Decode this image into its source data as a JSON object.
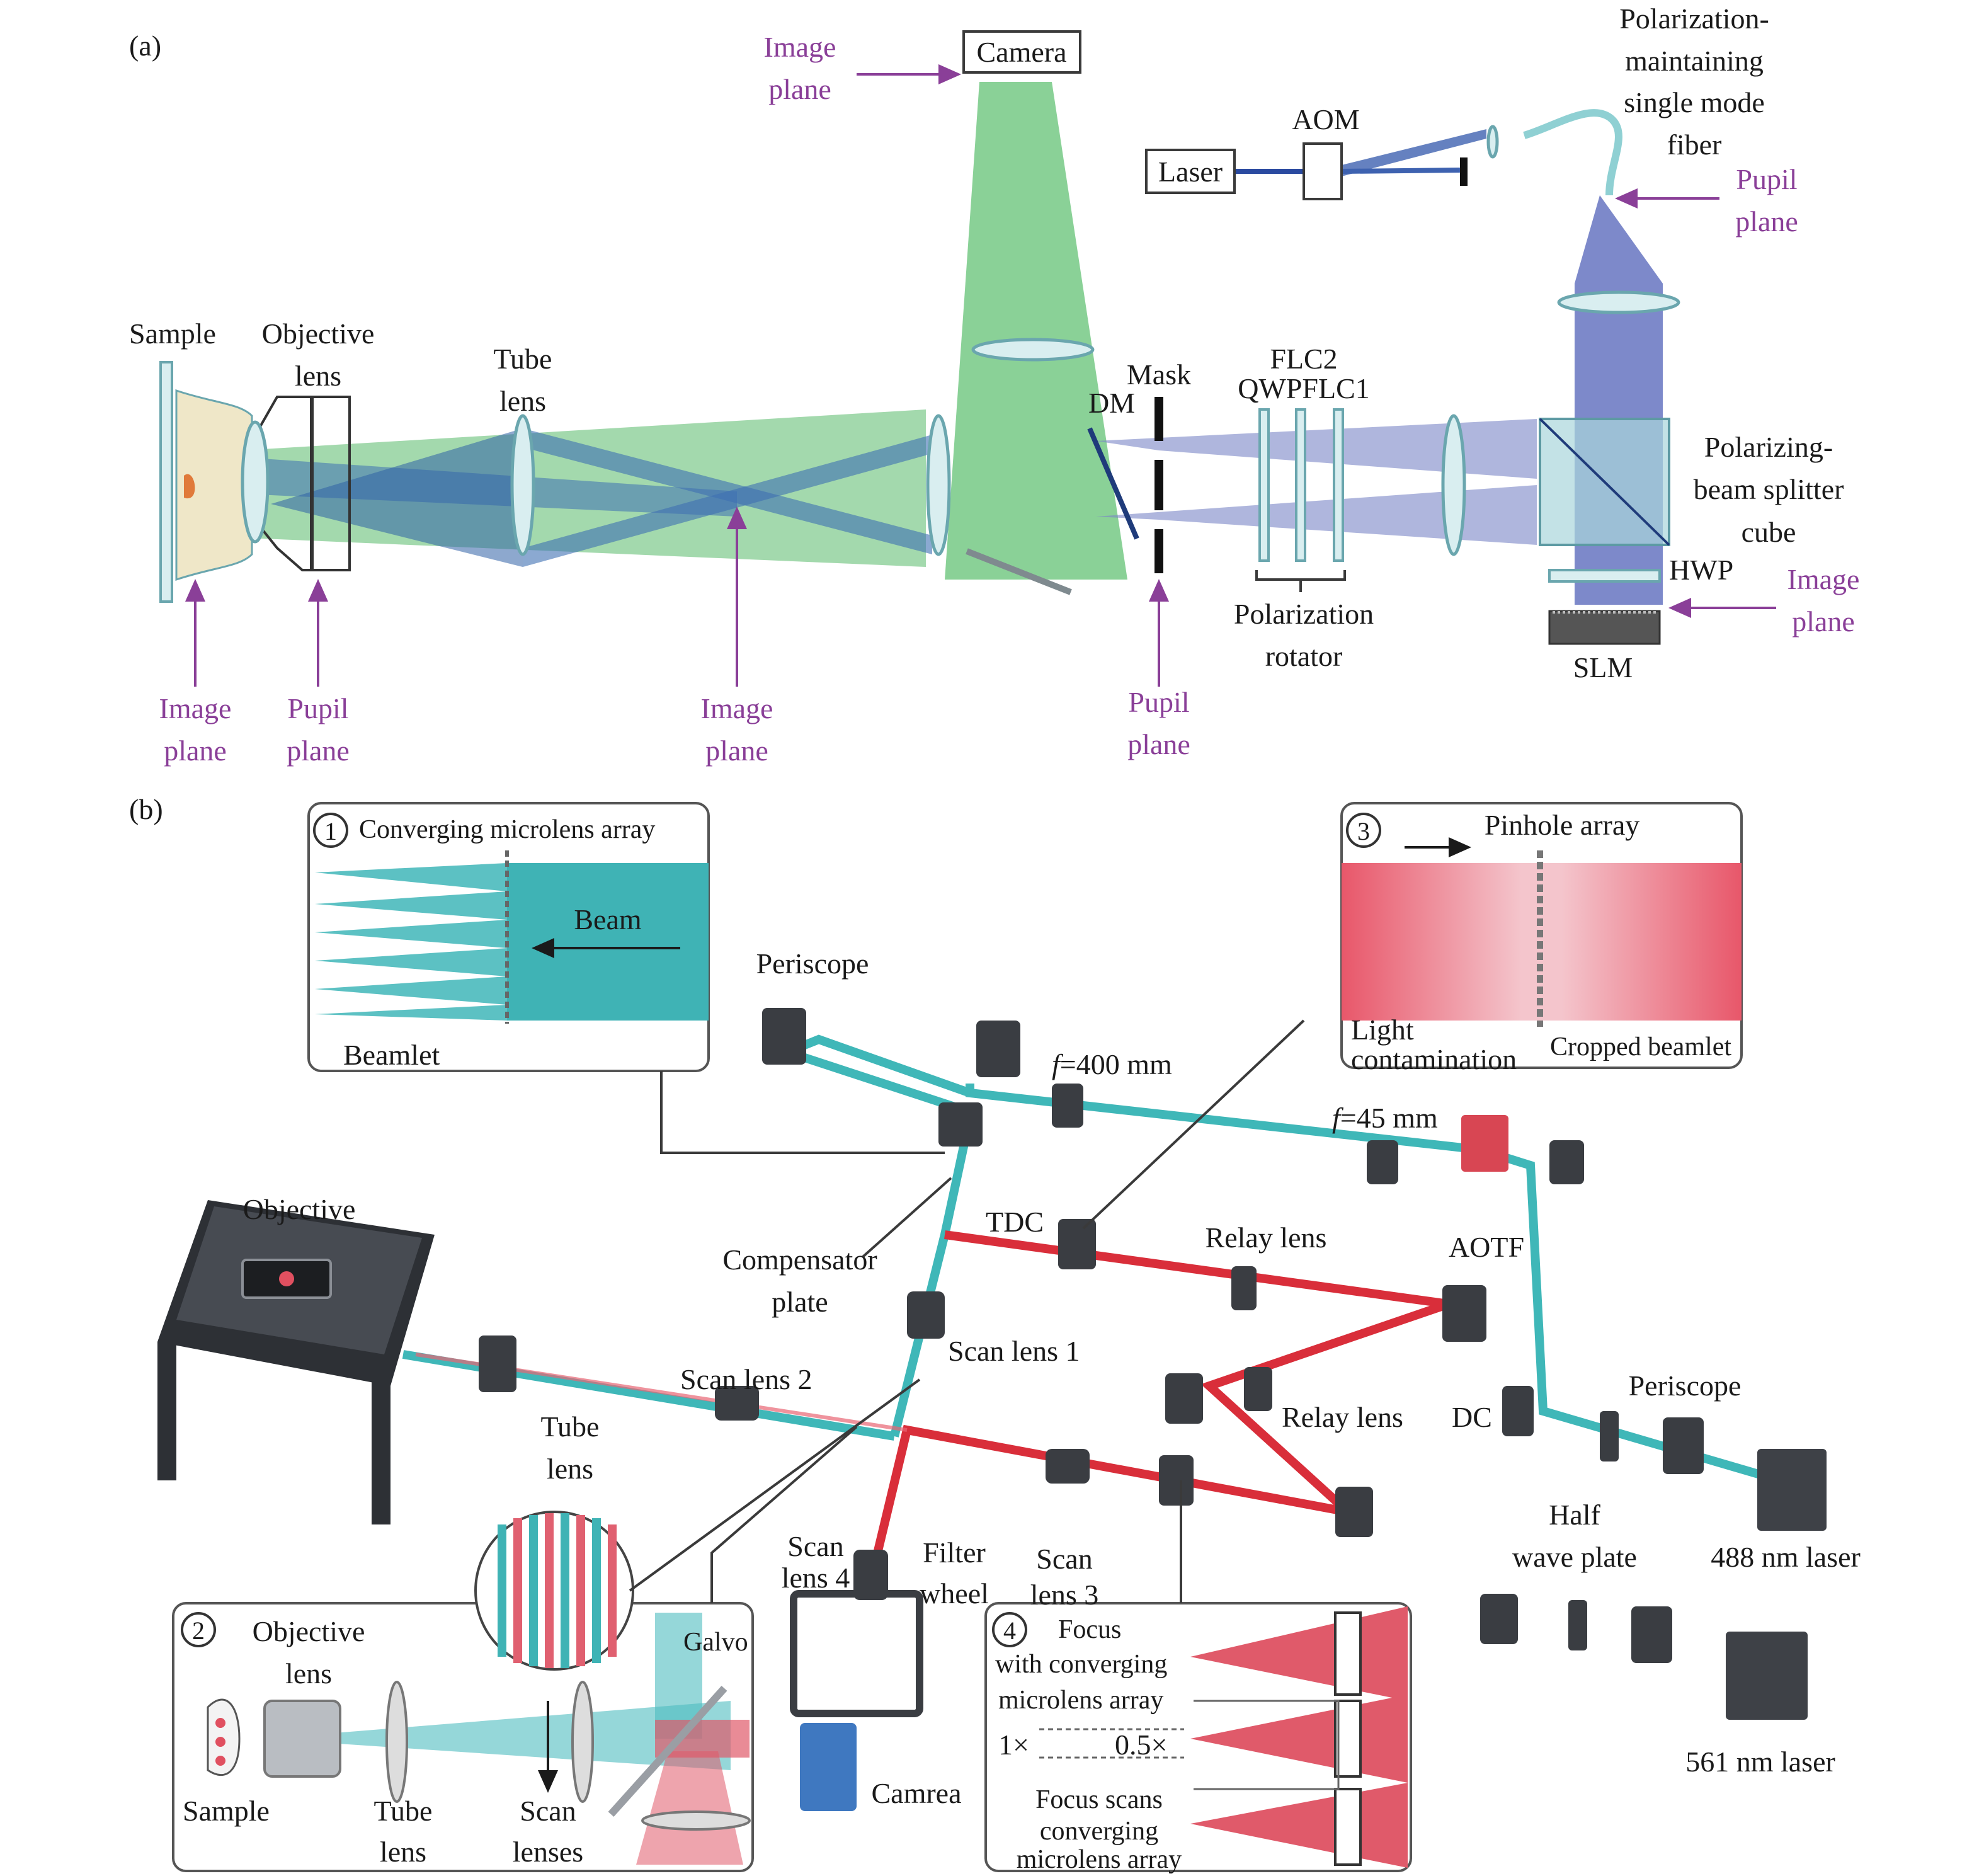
{
  "panel_a": {
    "panel_label": "(a)",
    "labels": {
      "camera": "Camera",
      "image_plane_top": [
        "Image",
        "plane"
      ],
      "polarization_fiber": [
        "Polarization-",
        "maintaining",
        "single mode",
        "fiber"
      ],
      "aom": "AOM",
      "laser": "Laser",
      "pupil_plane_fiber": [
        "Pupil",
        "plane"
      ],
      "sample": "Sample",
      "objective_lens": [
        "Objective",
        "lens"
      ],
      "tube_lens": [
        "Tube",
        "lens"
      ],
      "mask": "Mask",
      "dm": "DM",
      "flc2": "FLC2",
      "qwp_flc1": "QWPFLC1",
      "pbs_cube": [
        "Polarizing-",
        "beam splitter",
        "cube"
      ],
      "hwp": "HWP",
      "image_plane_slm": [
        "Image",
        "plane"
      ],
      "slm": "SLM",
      "polarization_rotator": [
        "Polarization",
        "rotator"
      ],
      "image_plane_sample": [
        "Image",
        "plane"
      ],
      "pupil_plane_objective": [
        "Pupil",
        "plane"
      ],
      "image_plane_mid": [
        "Image",
        "plane"
      ],
      "pupil_plane_mask": [
        "Pupil",
        "plane"
      ]
    }
  },
  "panel_b": {
    "panel_label": "(b)",
    "labels": {
      "periscope_top": "Periscope",
      "f400": "f=400 mm",
      "f45": "f=45 mm",
      "objective": "Objective",
      "tdc": "TDC",
      "compensator_plate": [
        "Compensator",
        "plate"
      ],
      "relay_lens_top": "Relay lens",
      "aotf": "AOTF",
      "scan_lens_1": "Scan lens 1",
      "scan_lens_2": "Scan lens 2",
      "tube_lens": [
        "Tube",
        "lens"
      ],
      "relay_lens_mid": "Relay lens",
      "dc": "DC",
      "periscope_right": "Periscope",
      "half_wave_plate": [
        "Half",
        "wave plate"
      ],
      "laser_488": "488 nm laser",
      "scan_lens_4": [
        "Scan",
        "lens 4"
      ],
      "filter_wheel": [
        "Filter",
        "wheel"
      ],
      "scan_lens_3": [
        "Scan",
        "lens 3"
      ],
      "camera": "Camrea",
      "laser_561": "561 nm laser"
    },
    "inset1": {
      "number": "1",
      "title": "Converging microlens array",
      "beam": "Beam",
      "beamlet": "Beamlet"
    },
    "inset2": {
      "number": "2",
      "objective_lens": [
        "Objective",
        "lens"
      ],
      "galvo": "Galvo",
      "sample": "Sample",
      "tube_lens": [
        "Tube",
        "lens"
      ],
      "scan_lenses": [
        "Scan",
        "lenses"
      ]
    },
    "inset3": {
      "number": "3",
      "title": "Pinhole array",
      "light_contamination": [
        "Light",
        "contamination"
      ],
      "cropped_beamlet": "Cropped beamlet"
    },
    "inset4": {
      "number": "4",
      "focus_with": [
        "Focus",
        "with converging",
        "microlens array"
      ],
      "mag_1x": "1×",
      "mag_05x": "0.5×",
      "focus_scans": [
        "Focus scans",
        "converging",
        "microlens array"
      ]
    }
  },
  "colors": {
    "green_beam": "#5bbf6a",
    "blue_beam": "#3e6fb3",
    "purple_beam": "#7a86c6",
    "cyan_beam": "#3fb7b8",
    "red_beam": "#d92e3a",
    "pink_beam": "#e8576a",
    "annotation": "#8a3f98"
  }
}
